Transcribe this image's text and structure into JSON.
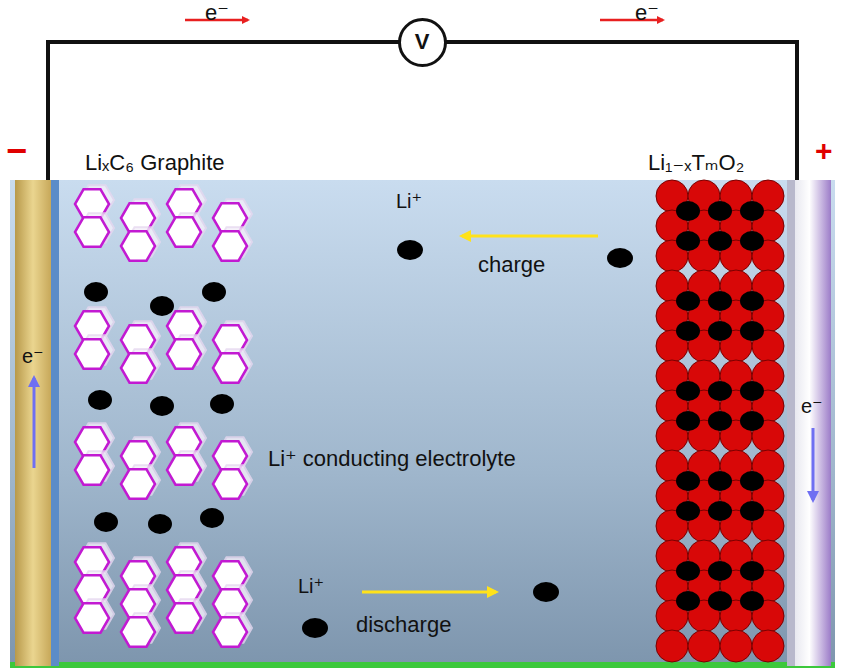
{
  "diagram": {
    "nodes": [
      {
        "text": [
          "V"
        ]
      }
    ],
    "labels": [
      "e⁻",
      "e⁻",
      "−",
      "+",
      "LiₓC₆ Graphite",
      "Li₁₋ₓTₘO₂",
      "Li⁺",
      "charge",
      "e⁻",
      "e⁻",
      "Li⁺ conducting electrolyte",
      "Li⁺",
      "discharge"
    ]
  }
}
